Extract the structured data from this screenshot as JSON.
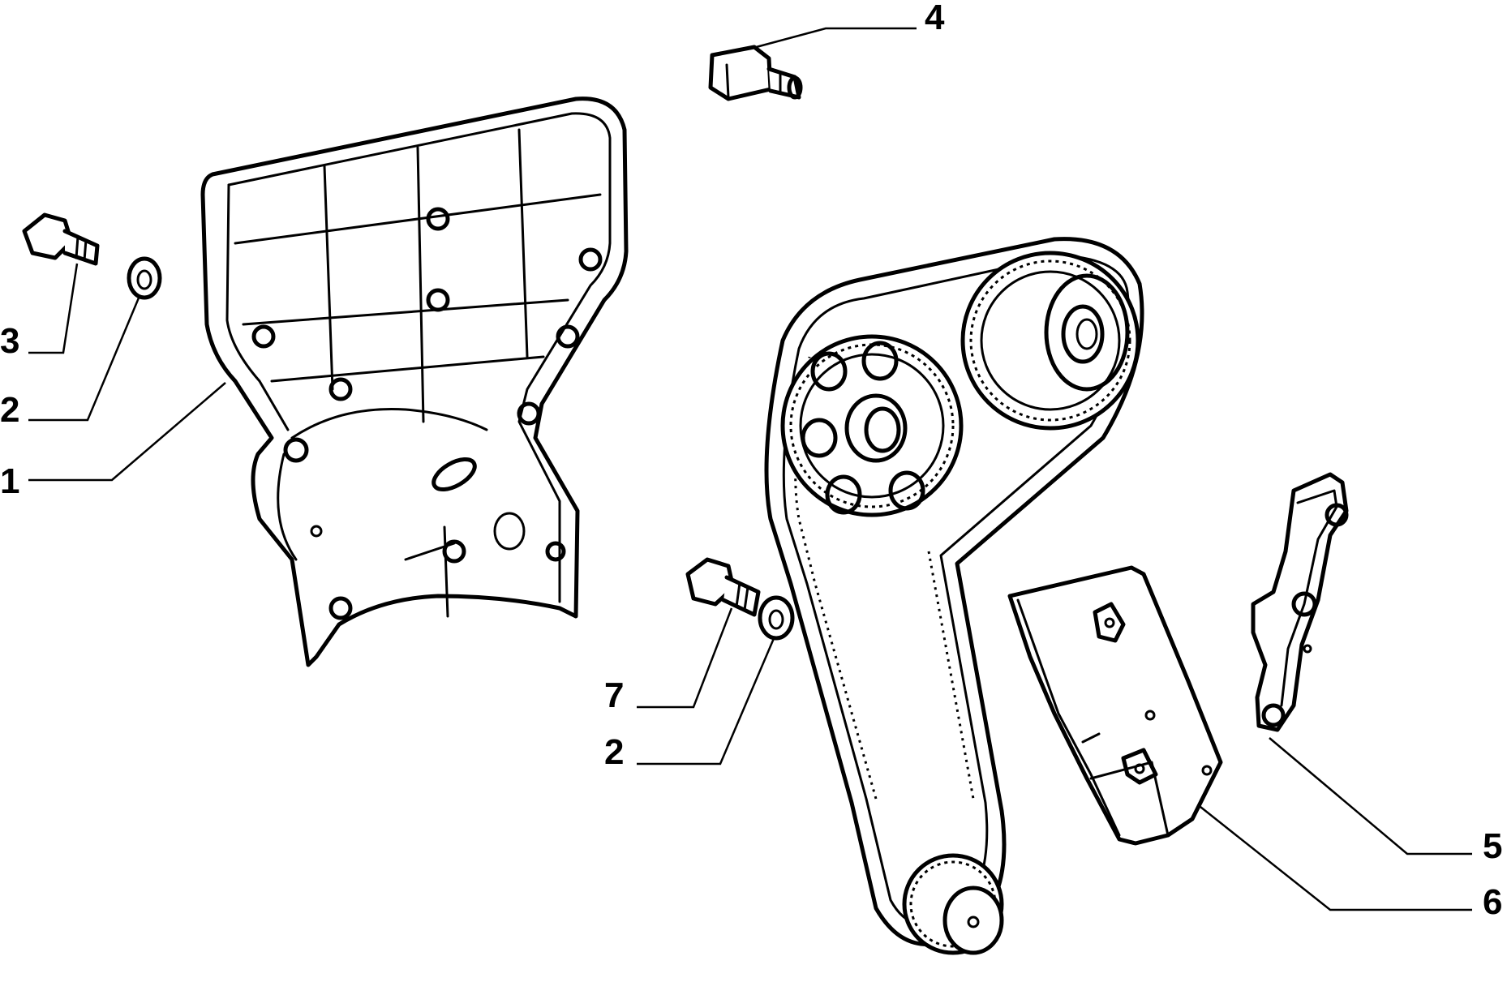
{
  "diagram": {
    "callouts": [
      {
        "id": "c1",
        "label": "1"
      },
      {
        "id": "c2a",
        "label": "2"
      },
      {
        "id": "c3",
        "label": "3"
      },
      {
        "id": "c4",
        "label": "4"
      },
      {
        "id": "c7",
        "label": "7"
      },
      {
        "id": "c2b",
        "label": "2"
      },
      {
        "id": "c5",
        "label": "5"
      },
      {
        "id": "c6",
        "label": "6"
      }
    ]
  }
}
